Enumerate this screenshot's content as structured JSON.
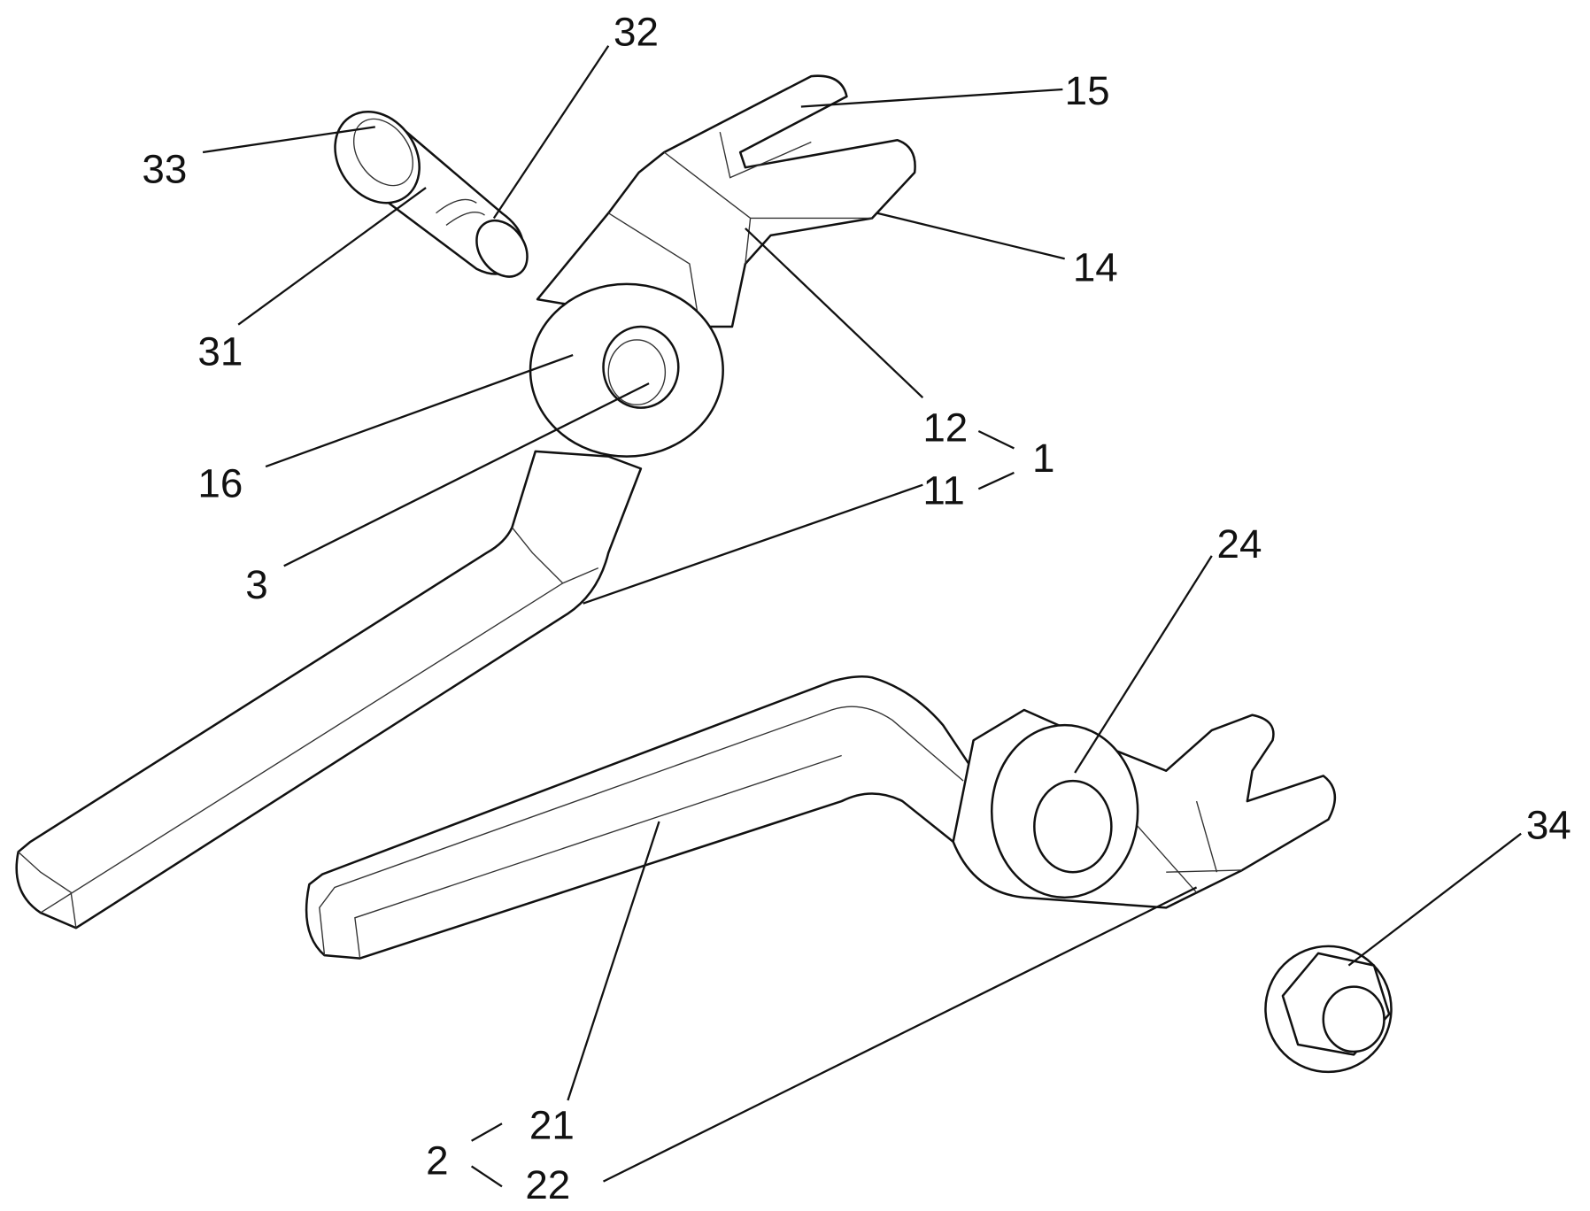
{
  "figure": {
    "labels": {
      "l32": "32",
      "l15": "15",
      "l33": "33",
      "l14": "14",
      "l31": "31",
      "l12": "12",
      "l1": "1",
      "l11": "11",
      "l16": "16",
      "l3": "3",
      "l24": "24",
      "l34": "34",
      "l21": "21",
      "l2": "2",
      "l22": "22"
    }
  }
}
